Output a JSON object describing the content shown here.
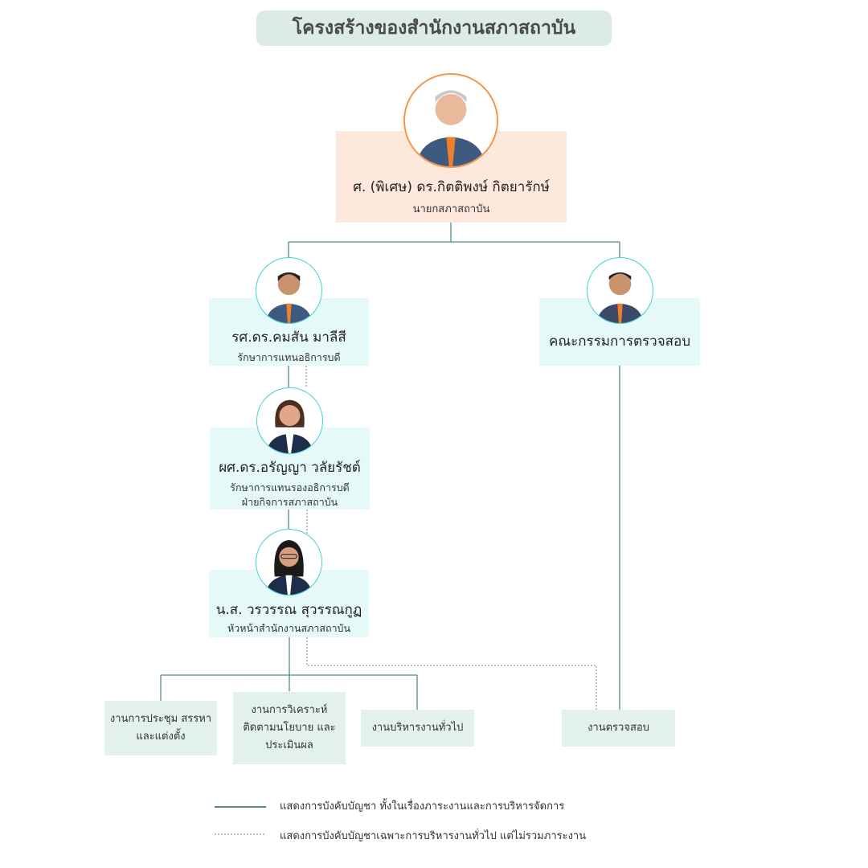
{
  "title": "โครงสร้างของสำนักงานสภาสถาบัน",
  "president": {
    "name": "ศ. (พิเศษ) ดร.กิตติพงษ์ กิตยารักษ์",
    "role": "นายกสภาสถาบัน"
  },
  "acting_president": {
    "name": "รศ.ดร.คมสัน มาลีสี",
    "role": "รักษาการแทนอธิการบดี"
  },
  "audit_committee": {
    "name": "คณะกรรมการตรวจสอบ"
  },
  "acting_vp": {
    "name": "ผศ.ดร.อรัญญา วลัยรัชต์",
    "role_line1": "รักษาการแทนรองอธิการบดี",
    "role_line2": "ฝ่ายกิจการสภาสถาบัน"
  },
  "office_head": {
    "name": "น.ส. วรวรรณ สุวรรณกูฏ",
    "role": "หัวหน้าสำนักงานสภาสถาบัน"
  },
  "units": [
    {
      "line1": "งานการประชุม สรรหา",
      "line2": "และแต่งตั้ง"
    },
    {
      "line1": "งานการวิเคราะห์",
      "line2": "ติดตามนโยบาย และ",
      "line3": "ประเมินผล"
    },
    {
      "line1": "งานบริหารงานทั่วไป"
    },
    {
      "line1": "งานตรวจสอบ"
    }
  ],
  "legend": {
    "solid": "แสดงการบังคับบัญชา ทั้งในเรื่องภาระงานและการบริหารจัดการ",
    "dashed": "แสดงการบังคับบัญชาเฉพาะการบริหารงานทั่วไป แต่ไม่รวมภาระงาน"
  },
  "colors": {
    "solid_line": "#4f8f7c",
    "dashed_line": "#8a7a6a",
    "president_ring": "#f5964a",
    "ring": "#3dd6d0"
  }
}
